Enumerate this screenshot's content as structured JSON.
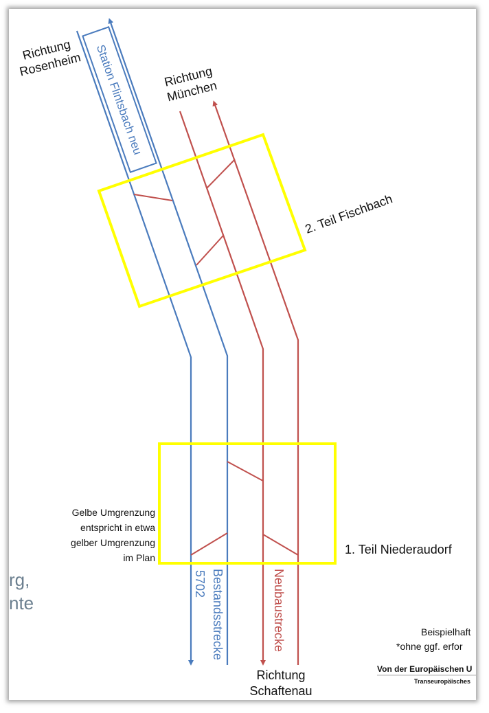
{
  "colors": {
    "existing": "#4a7bbd",
    "new": "#c0504d",
    "boundary": "#ffff00",
    "text": "#111111",
    "faded_text": "#6b7f8f"
  },
  "labels": {
    "to_rosenheim_1": "Richtung",
    "to_rosenheim_2": "Rosenheim",
    "to_munich_1": "Richtung",
    "to_munich_2": "München",
    "station": "Station Flintsbach neu",
    "part2": "2. Teil Fischbach",
    "part1": "1. Teil Niederaudorf",
    "note_1": "Gelbe Umgrenzung",
    "note_2": "entspricht in etwa",
    "note_3": "gelber Umgrenzung",
    "note_4": "im Plan",
    "line_number": "5702",
    "existing_line": "Bestandsstrecke",
    "new_line": "Neubaustrecke",
    "to_schaftenau_1": "Richtung",
    "to_schaftenau_2": "Schaftenau",
    "cut_left_1": "rg,",
    "cut_left_2": "nte",
    "cut_right_1": "Beispielhaft",
    "cut_right_2": "*ohne ggf. erfor",
    "cut_right_3": "Von der Europäischen U",
    "cut_right_4": "Transeuropäisches"
  }
}
